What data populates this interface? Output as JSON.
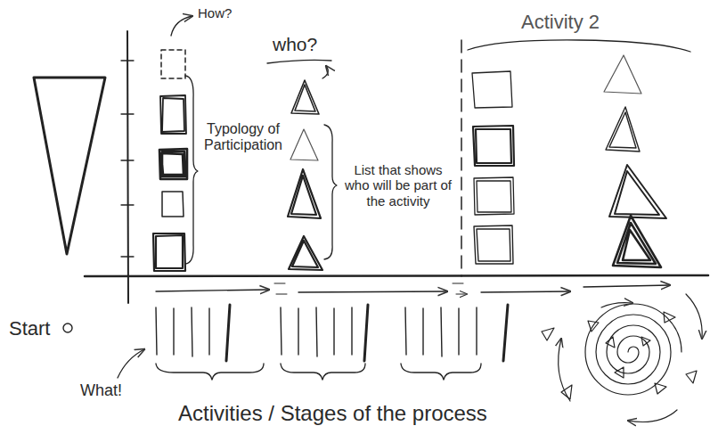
{
  "diagram": {
    "labels": [
      "How?",
      "who?",
      "Activity 2",
      "Typology of Participation",
      "List that shows who will be part of the activity",
      "Start",
      "What!",
      "Activities / Stages of the process"
    ]
  }
}
